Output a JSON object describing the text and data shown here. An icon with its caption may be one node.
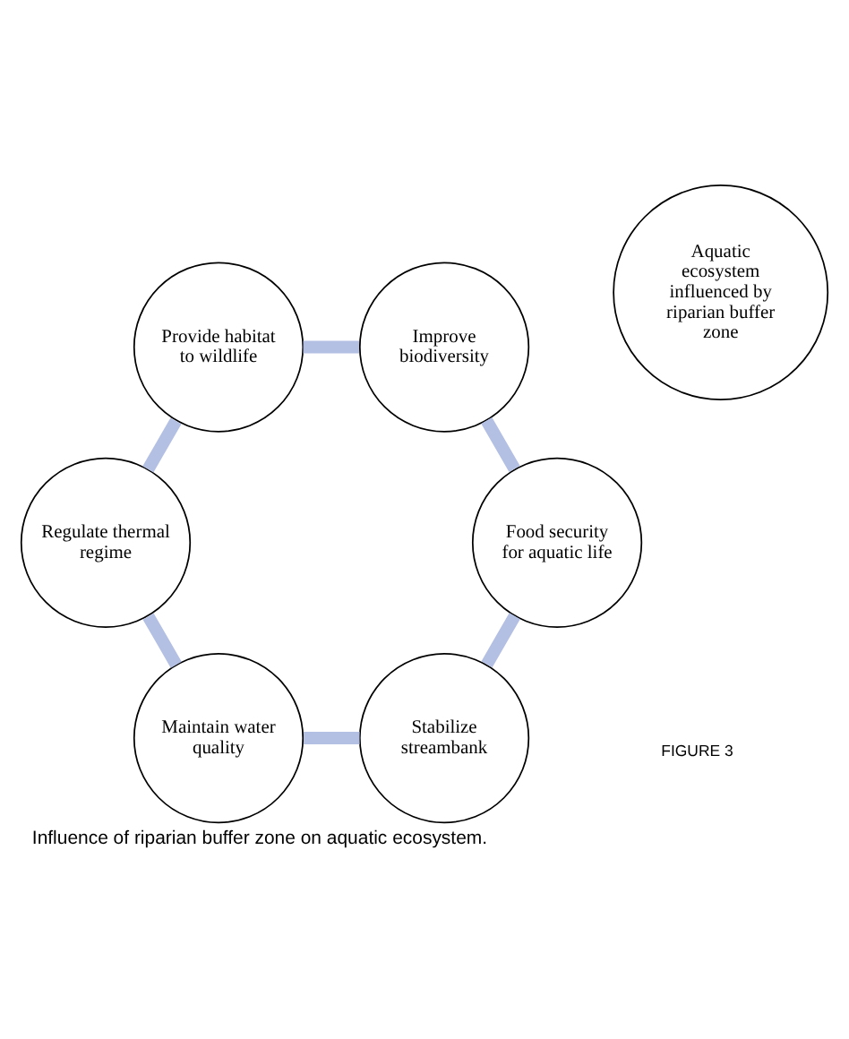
{
  "diagram": {
    "caption": "Influence of riparian buffer zone on aquatic ecosystem.",
    "nodes": [
      {
        "text": [
          "Stabilize streambank"
        ]
      },
      {
        "text": [
          "Food security for aquatic life"
        ]
      },
      {
        "text": [
          "Maintain water quality"
        ]
      },
      {
        "text": [
          "Aquatic ecosystem influenced by riparian buffer zone"
        ]
      },
      {
        "text": [
          "Improve biodiversity"
        ]
      },
      {
        "text": [
          "Regulate thermal regime"
        ]
      },
      {
        "text": [
          "Provide habitat to wildlife"
        ]
      }
    ],
    "edges": [
      {
        "from": 0,
        "to": 2,
        "arrow": "none"
      },
      {
        "from": 2,
        "to": 5,
        "arrow": "none"
      },
      {
        "from": 5,
        "to": 6,
        "arrow": "none"
      },
      {
        "from": 6,
        "to": 4,
        "arrow": "none"
      },
      {
        "from": 4,
        "to": 1,
        "arrow": "none"
      },
      {
        "from": 1,
        "to": 0,
        "arrow": "none"
      }
    ],
    "labels": [
      "FIGURE 3"
    ]
  }
}
